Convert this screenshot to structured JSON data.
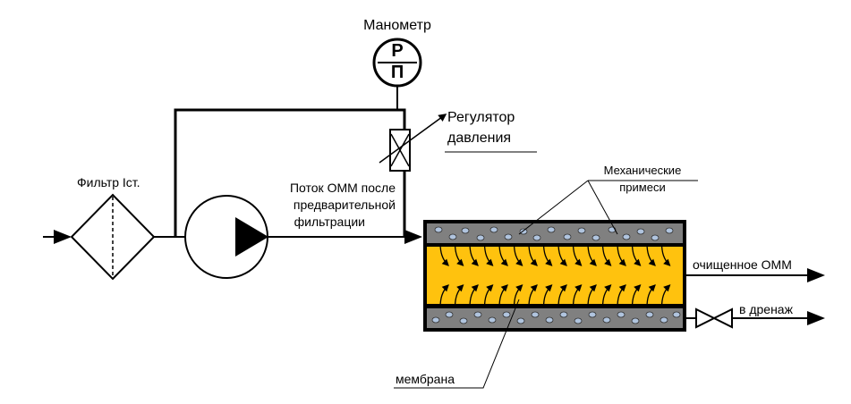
{
  "labels": {
    "manometer": "Манометр",
    "gauge_top": "Р",
    "gauge_bottom": "П",
    "regulator_line1": "Регулятор",
    "regulator_line2": "давления",
    "filter": "Фильтр Iст.",
    "flow_line1": "Поток ОММ после",
    "flow_line2": "предварительной",
    "flow_line3": "фильтрации",
    "impurities_line1": "Механические",
    "impurities_line2": "примеси",
    "clean_output": "очищенное ОММ",
    "drain": "в дренаж",
    "membrane": "мембрана"
  },
  "colors": {
    "line": "#000000",
    "membrane_gray": "#808080",
    "membrane_core": "#FFC20E",
    "particle": "#B0C4DE"
  }
}
